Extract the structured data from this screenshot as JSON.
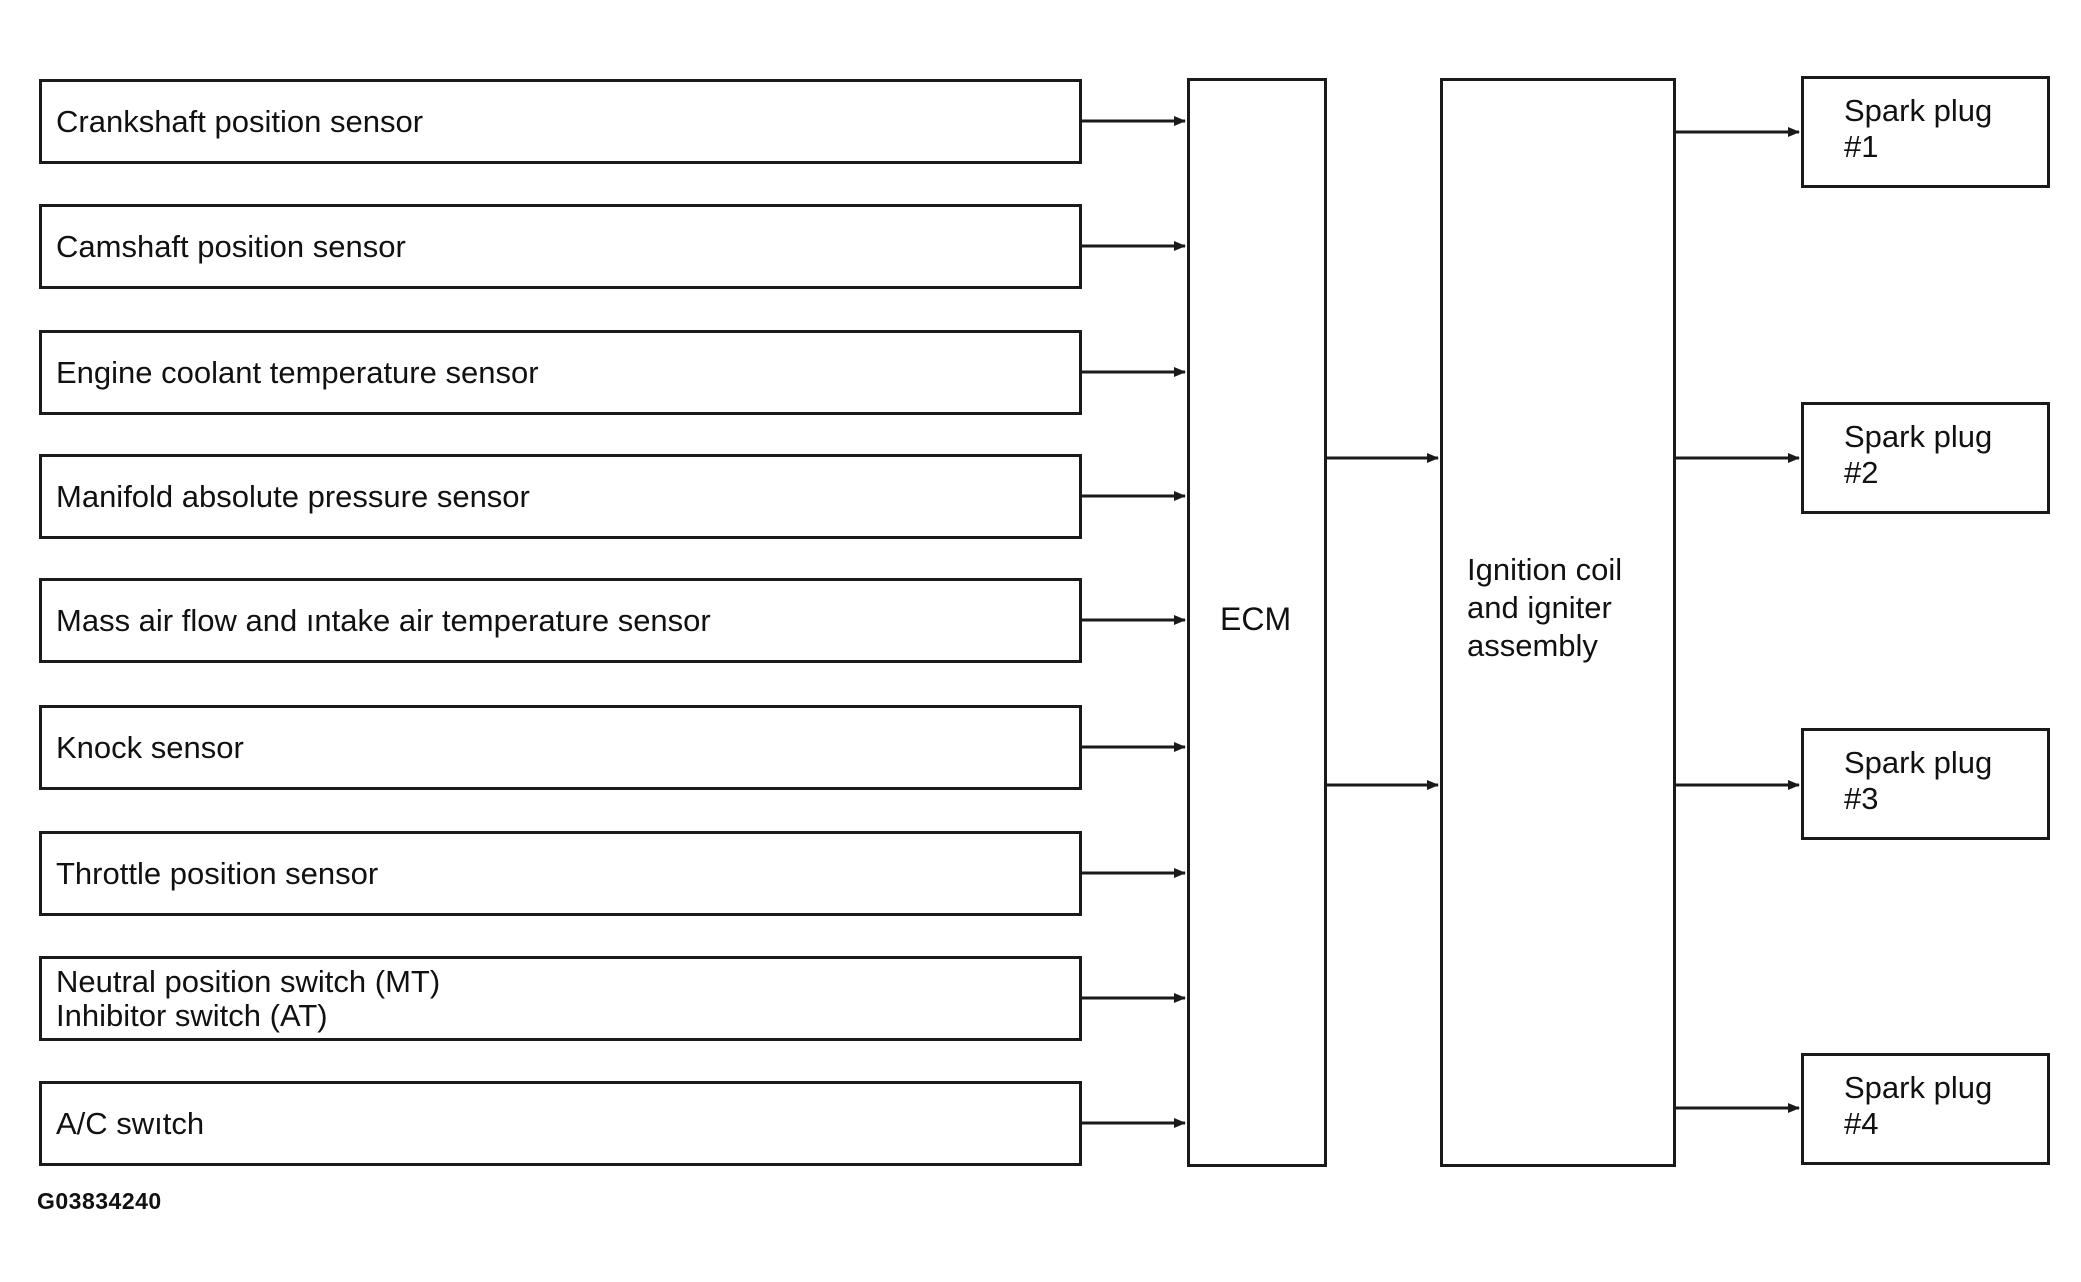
{
  "diagram": {
    "sensors": [
      "Crankshaft position sensor",
      "Camshaft position sensor",
      "Engine coolant temperature sensor",
      "Manifold absolute pressure sensor",
      "Mass air flow and ıntake air temperature sensor",
      "Knock sensor",
      "Throttle position sensor",
      "Neutral position switch (MT)\nInhibitor switch (AT)",
      "A/C swıtch"
    ],
    "ecm_label": "ECM",
    "ignition_label": "Ignition coil\nand igniter\nassembly",
    "spark_plugs": [
      "Spark plug\n#1",
      "Spark plug\n#2",
      "Spark plug\n#3",
      "Spark plug\n#4"
    ],
    "figure_code": "G03834240"
  }
}
